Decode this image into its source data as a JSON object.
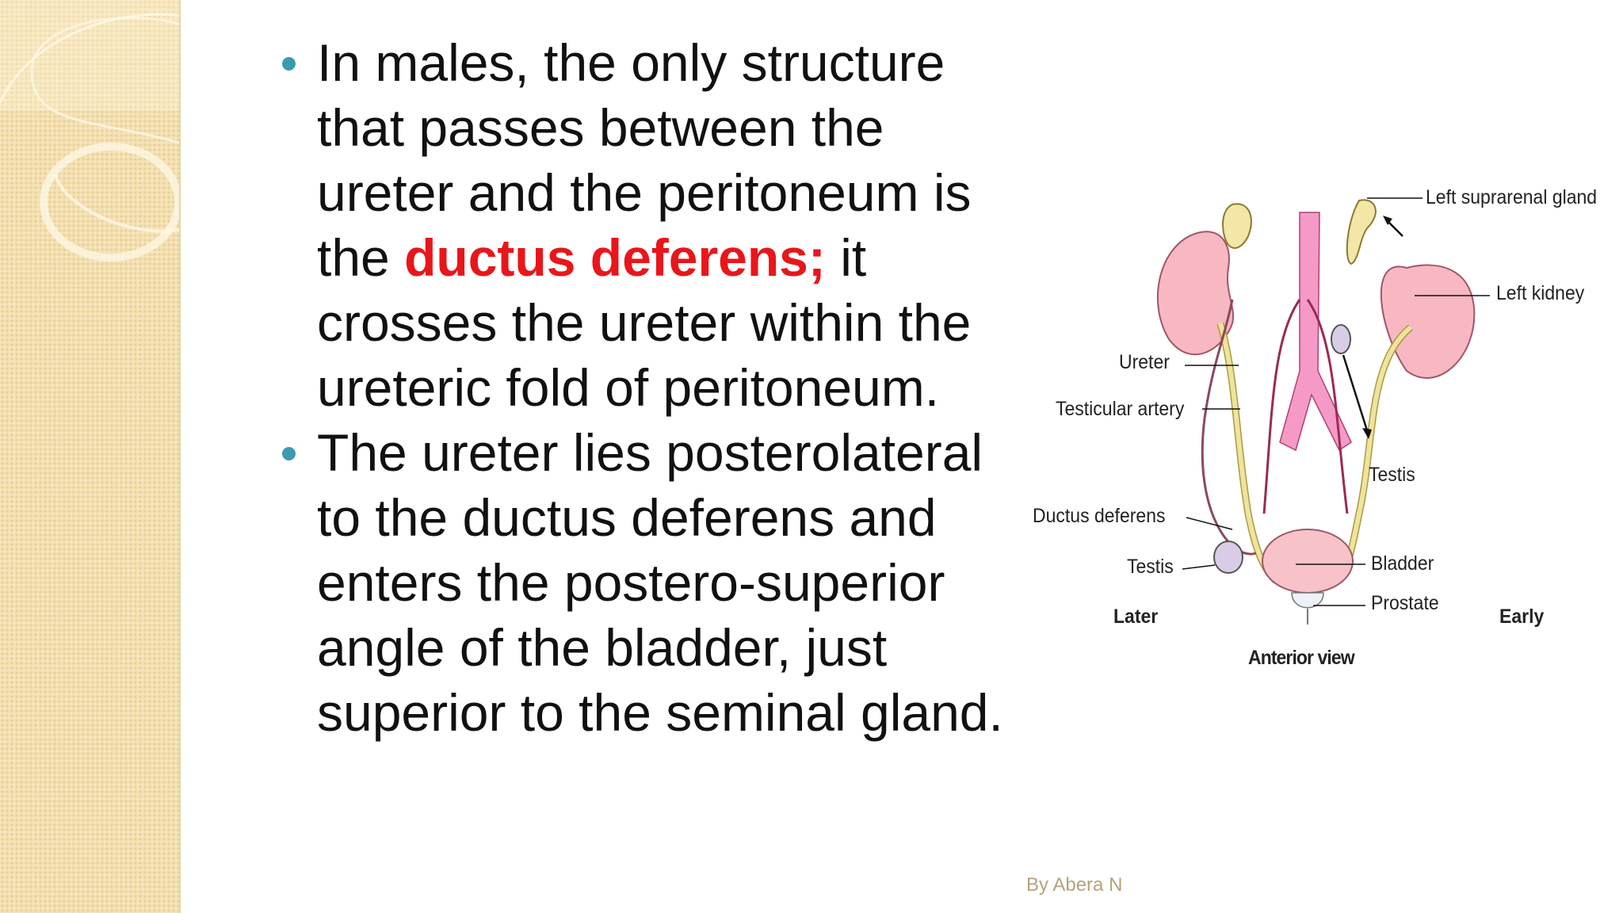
{
  "slide": {
    "bullets": [
      {
        "text_before": "In males, the only structure that passes between the ureter and the peritoneum is the ",
        "highlight": "ductus deferens;",
        "text_after": "  it crosses the ureter within the ureteric fold of peritoneum."
      },
      {
        "text": "The ureter lies posterolateral to the ductus deferens and enters the postero-superior angle of the bladder, just superior  to the seminal gland."
      }
    ],
    "footer": "By Abera N"
  },
  "figure": {
    "labels": {
      "left_suprarenal_gland": "Left suprarenal gland",
      "left_kidney": "Left kidney",
      "ureter": "Ureter",
      "testicular_artery": "Testicular artery",
      "testis_right": "Testis",
      "ductus_deferens": "Ductus deferens",
      "testis_left": "Testis",
      "bladder": "Bladder",
      "prostate": "Prostate",
      "later": "Later",
      "early": "Early",
      "view": "Anterior view"
    }
  },
  "colors": {
    "accent_red": "#e8161b",
    "bullet": "#3b9bb0",
    "sidebar": "#f3dfae",
    "kidney": "#f7b8c2",
    "ureter": "#f0e39a",
    "aorta": "#f59ac7"
  }
}
